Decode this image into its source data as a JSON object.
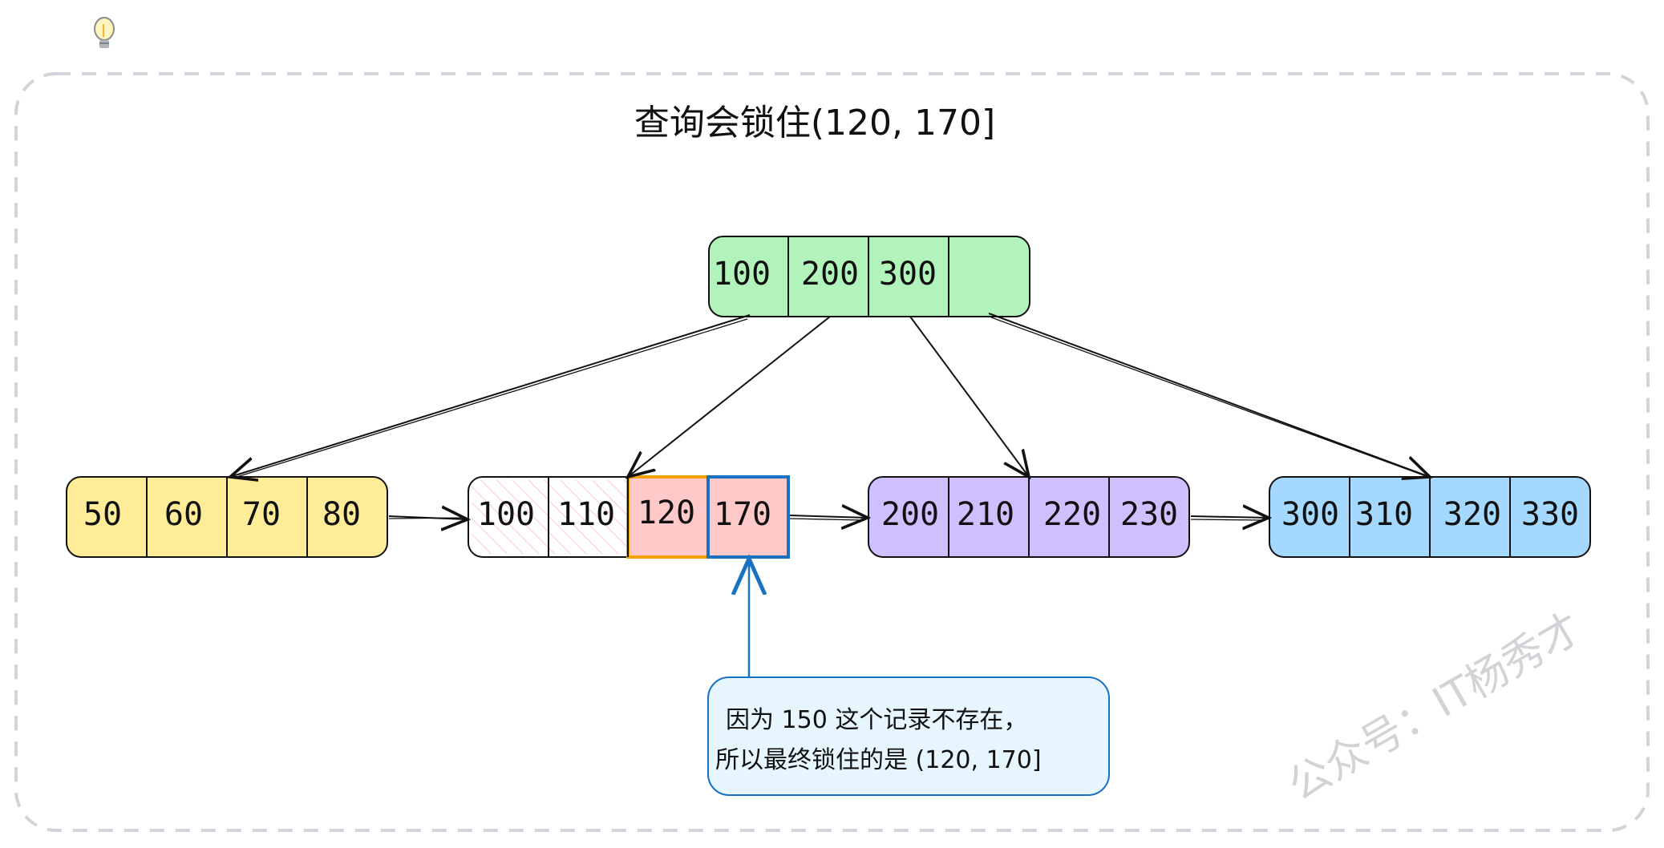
{
  "title": "查询会锁住(120, 170]",
  "colors": {
    "frame": "#d1d5db",
    "root_fill": "#b2f2bb",
    "leaf1_fill": "#ffec99",
    "leaf2_fill": "#ffffff",
    "leaf2_hatch": "#ffc9c9",
    "leaf2_locked_fill": "#ffc9c9",
    "leaf2_orange_border": "#f59f00",
    "leaf2_blue_border": "#1971c2",
    "leaf3_fill": "#d0bfff",
    "leaf4_fill": "#a5d8ff",
    "callout_fill": "#e7f5ff",
    "callout_border": "#1971c2",
    "arrow": "#111111"
  },
  "nodes": {
    "root": {
      "cells": [
        "100",
        "200",
        "300",
        ""
      ]
    },
    "leaf1": {
      "cells": [
        "50",
        "60",
        "70",
        "80"
      ]
    },
    "leaf2": {
      "cells": [
        "100",
        "110",
        "120",
        "170"
      ]
    },
    "leaf3": {
      "cells": [
        "200",
        "210",
        "220",
        "230"
      ]
    },
    "leaf4": {
      "cells": [
        "300",
        "310",
        "320",
        "330"
      ]
    }
  },
  "callout": {
    "line1": "因为 150 这个记录不存在，",
    "line2": "所以最终锁住的是 (120, 170]"
  },
  "watermark": "公众号：IT杨秀才",
  "icons": {
    "corner": "lightbulb-icon"
  }
}
